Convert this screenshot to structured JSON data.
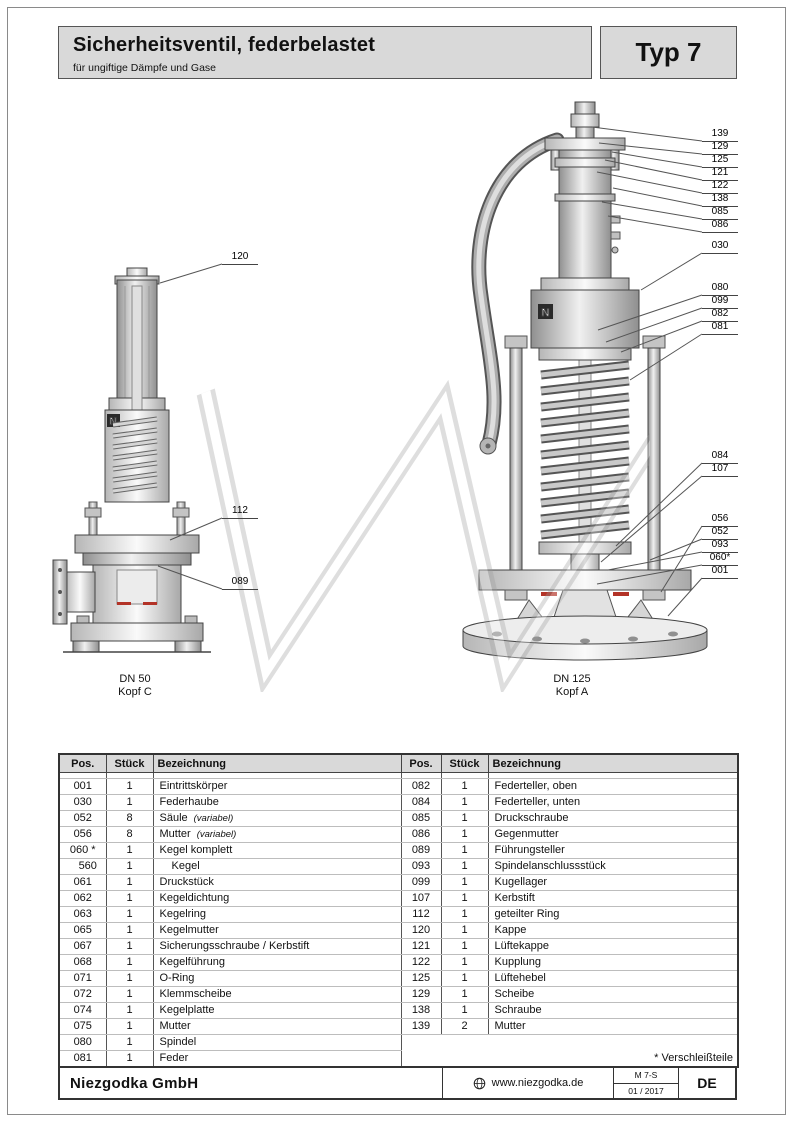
{
  "header": {
    "title": "Sicherheitsventil, federbelastet",
    "subtitle": "für ungiftige Dämpfe und Gase",
    "type_label": "Typ 7"
  },
  "diagrams": {
    "logo_letter": "N",
    "left": {
      "caption_line1": "DN 50",
      "caption_line2": "Kopf C",
      "callouts": [
        "120",
        "112",
        "089"
      ]
    },
    "right": {
      "caption_line1": "DN 125",
      "caption_line2": "Kopf A",
      "callouts": [
        "139",
        "129",
        "125",
        "121",
        "122",
        "138",
        "085",
        "086",
        "030",
        "080",
        "099",
        "082",
        "081",
        "084",
        "107",
        "056",
        "052",
        "093",
        "060*",
        "001"
      ]
    }
  },
  "table": {
    "headers": [
      "Pos.",
      "Stück",
      "Bezeichnung"
    ],
    "left_rows": [
      {
        "pos": "001",
        "qty": "1",
        "name": "Eintrittskörper"
      },
      {
        "pos": "030",
        "qty": "1",
        "name": "Federhaube"
      },
      {
        "pos": "052",
        "qty": "8",
        "name": "Säule",
        "note": "(variabel)"
      },
      {
        "pos": "056",
        "qty": "8",
        "name": "Mutter",
        "note": "(variabel)"
      },
      {
        "pos": "060 *",
        "qty": "1",
        "name": "Kegel komplett"
      },
      {
        "pos": "560",
        "qty": "1",
        "name": "Kegel",
        "sub": true
      },
      {
        "pos": "061",
        "qty": "1",
        "name": "Druckstück"
      },
      {
        "pos": "062",
        "qty": "1",
        "name": "Kegeldichtung"
      },
      {
        "pos": "063",
        "qty": "1",
        "name": "Kegelring"
      },
      {
        "pos": "065",
        "qty": "1",
        "name": "Kegelmutter"
      },
      {
        "pos": "067",
        "qty": "1",
        "name": "Sicherungsschraube / Kerbstift"
      },
      {
        "pos": "068",
        "qty": "1",
        "name": "Kegelführung"
      },
      {
        "pos": "071",
        "qty": "1",
        "name": "O-Ring"
      },
      {
        "pos": "072",
        "qty": "1",
        "name": "Klemmscheibe"
      },
      {
        "pos": "074",
        "qty": "1",
        "name": "Kegelplatte"
      },
      {
        "pos": "075",
        "qty": "1",
        "name": "Mutter"
      },
      {
        "pos": "080",
        "qty": "1",
        "name": "Spindel"
      },
      {
        "pos": "081",
        "qty": "1",
        "name": "Feder"
      }
    ],
    "right_rows": [
      {
        "pos": "082",
        "qty": "1",
        "name": "Federteller, oben"
      },
      {
        "pos": "084",
        "qty": "1",
        "name": "Federteller, unten"
      },
      {
        "pos": "085",
        "qty": "1",
        "name": "Druckschraube"
      },
      {
        "pos": "086",
        "qty": "1",
        "name": "Gegenmutter"
      },
      {
        "pos": "089",
        "qty": "1",
        "name": "Führungsteller"
      },
      {
        "pos": "093",
        "qty": "1",
        "name": "Spindelanschlussstück"
      },
      {
        "pos": "099",
        "qty": "1",
        "name": "Kugellager"
      },
      {
        "pos": "107",
        "qty": "1",
        "name": "Kerbstift"
      },
      {
        "pos": "112",
        "qty": "1",
        "name": "geteilter Ring"
      },
      {
        "pos": "120",
        "qty": "1",
        "name": "Kappe"
      },
      {
        "pos": "121",
        "qty": "1",
        "name": "Lüftekappe"
      },
      {
        "pos": "122",
        "qty": "1",
        "name": "Kupplung"
      },
      {
        "pos": "125",
        "qty": "1",
        "name": "Lüftehebel"
      },
      {
        "pos": "129",
        "qty": "1",
        "name": "Scheibe"
      },
      {
        "pos": "138",
        "qty": "1",
        "name": "Schraube"
      },
      {
        "pos": "139",
        "qty": "2",
        "name": "Mutter"
      }
    ],
    "footnote": "* Verschleißteile"
  },
  "footer": {
    "company": "Niezgodka GmbH",
    "website": "www.niezgodka.de",
    "doc_code": "M 7-S",
    "doc_date": "01 / 2017",
    "lang": "DE"
  },
  "colors": {
    "header_bg": "#d9d9d9",
    "line": "#444444",
    "seat_accent": "#b33327",
    "watermark": "#9a9a9a"
  }
}
